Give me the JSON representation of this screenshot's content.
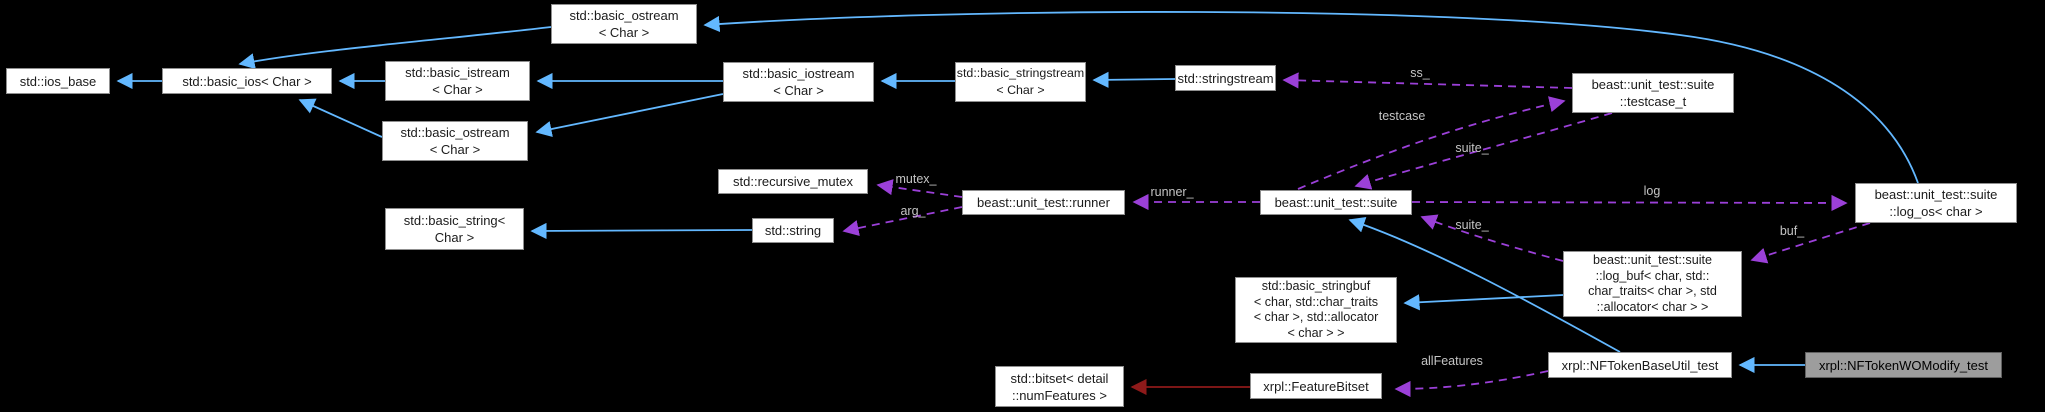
{
  "diagram": {
    "title": "doxygen collaboration graph for xrpl::NFTokenWOModify_test",
    "background": "#000000",
    "colors": {
      "inheritance_arrow": "#63b8ff",
      "usage_arrow": "#9b40d8",
      "private_inheritance_arrow": "#8e1a1a",
      "node_fill": "#ffffff",
      "node_border": "#8f8f8f",
      "node_text": "#1b1b1b",
      "current_node_fill": "#9d9d9d",
      "edge_label_text": "#c4c4c4"
    },
    "nodes": [
      {
        "id": "std-ios-base",
        "label": "std::ios_base"
      },
      {
        "id": "std-basic-ios",
        "label": "std::basic_ios< Char >"
      },
      {
        "id": "std-basic-ostream-top",
        "label": "std::basic_ostream\n< Char >"
      },
      {
        "id": "std-basic-istream",
        "label": "std::basic_istream\n< Char >"
      },
      {
        "id": "std-basic-ostream-low",
        "label": "std::basic_ostream\n< Char >"
      },
      {
        "id": "std-basic-iostream",
        "label": "std::basic_iostream\n< Char >"
      },
      {
        "id": "std-basic-stringstream",
        "label": "std::basic_stringstream\n< Char >"
      },
      {
        "id": "std-stringstream",
        "label": "std::stringstream"
      },
      {
        "id": "testcase-t",
        "label": "beast::unit_test::suite\n::testcase_t"
      },
      {
        "id": "std-recursive-mutex",
        "label": "std::recursive_mutex"
      },
      {
        "id": "unit-test-runner",
        "label": "beast::unit_test::runner"
      },
      {
        "id": "unit-test-suite",
        "label": "beast::unit_test::suite"
      },
      {
        "id": "suite-log-os",
        "label": "beast::unit_test::suite\n::log_os< char >"
      },
      {
        "id": "std-basic-string",
        "label": "std::basic_string<\nChar >"
      },
      {
        "id": "std-string",
        "label": "std::string"
      },
      {
        "id": "suite-log-buf",
        "label": "beast::unit_test::suite\n::log_buf< char, std::\nchar_traits< char >, std\n::allocator< char > >"
      },
      {
        "id": "std-basic-stringbuf",
        "label": "std::basic_stringbuf\n< char, std::char_traits\n< char >, std::allocator\n< char > >"
      },
      {
        "id": "std-bitset",
        "label": "std::bitset< detail\n::numFeatures >"
      },
      {
        "id": "xrpl-featurebitset",
        "label": "xrpl::FeatureBitset"
      },
      {
        "id": "nftokenbaseutil-test",
        "label": "xrpl::NFTokenBaseUtil_test"
      },
      {
        "id": "nftokenwomodify-test",
        "label": "xrpl::NFTokenWOModify_test"
      }
    ],
    "edge_labels": {
      "ss": "ss_",
      "testcase": "testcase",
      "suite_upper": "suite_",
      "suite_lower": "suite_",
      "runner": "runner_",
      "mutex": "mutex_",
      "arg": "arg_",
      "log": "log",
      "buf": "buf_",
      "all_features": "allFeatures"
    }
  }
}
